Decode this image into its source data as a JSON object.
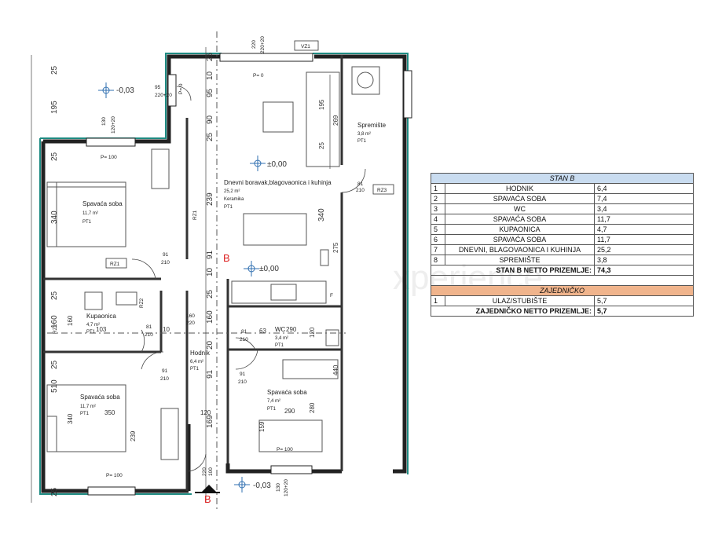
{
  "plan": {
    "rooms": {
      "spavaca_1": {
        "name": "Spavaća soba",
        "area": "11,7 m²",
        "floor": "PT1"
      },
      "kupaonica": {
        "name": "Kupaonica",
        "area": "4,7 m²",
        "floor": "PT1"
      },
      "spavaca_2": {
        "name": "Spavaća soba",
        "area": "11,7 m²",
        "floor": "PT1"
      },
      "hodnik": {
        "name": "Hodnik",
        "area": "6,4 m²",
        "floor": "PT1"
      },
      "dnevni": {
        "name": "Dnevni boravak,blagovaonica i kuhinja",
        "area": "25,2 m²",
        "material": "Keramika",
        "floor": "PT1"
      },
      "spremiste": {
        "name": "Spremište",
        "area": "3,8 m²",
        "floor": "PT1"
      },
      "wc": {
        "name": "WC",
        "area": "3,4 m²",
        "floor": "PT1"
      },
      "spavaca_3": {
        "name": "Spavaća soba",
        "area": "7,4 m²",
        "floor": "PT1"
      }
    },
    "levels": {
      "minus_top": "-0,03",
      "zero_a": "±0,00",
      "zero_b": "±0,00",
      "minus_bottom": "-0,03"
    },
    "tags": {
      "vz1": "VZ1",
      "rz1a": "RZ1",
      "rz1b": "RZ1",
      "rz2a": "RZ2",
      "rz2b": "RZ2",
      "rz3": "RZ3",
      "f": "F",
      "section_b": "B",
      "section_b2": "B"
    },
    "sills": {
      "p0a": "P= 0",
      "p0b": "P= 0",
      "p100a": "P= 100",
      "p100b": "P= 100",
      "p100c": "P= 100"
    },
    "openings": {
      "w_top": "220+20",
      "w_top2": "220",
      "w_95a": "95",
      "w_95b": "220+20",
      "w_130a": "130",
      "w_130b": "120+20",
      "d91a": "91",
      "d210a": "210",
      "d91b": "91",
      "d210b": "210",
      "d91c": "91",
      "d210c": "210",
      "d81a": "81",
      "d210d": "210",
      "d81b": "81",
      "d210e": "210",
      "d81c": "81",
      "d210f": "210",
      "d160": "160",
      "d220": "220",
      "w_bot1": "130",
      "w_bot2": "120+20",
      "w_bot3": "100",
      "w_bot4": "220"
    },
    "dims": {
      "v25a": "25",
      "v195": "195",
      "v25b": "25",
      "v340a": "340",
      "v25c": "25",
      "v160": "160",
      "v25d": "25",
      "v510": "510",
      "v340b": "340",
      "v25e": "25",
      "c25a": "25",
      "c10a": "10",
      "c95": "95",
      "c90": "90",
      "c25b": "25",
      "c239a": "239",
      "c91a": "91",
      "c10b": "10",
      "c25c": "25",
      "c160": "160",
      "c20": "20",
      "c91b": "91",
      "h195": "195",
      "h269": "269",
      "h25": "25",
      "h340": "340",
      "h275": "275",
      "h290a": "290",
      "h120": "120",
      "h290b": "290",
      "h280": "280",
      "h159": "159",
      "h440": "440",
      "s350": "350",
      "s239": "239",
      "s120": "120",
      "s63": "63",
      "s103": "103",
      "s10": "10",
      "s160": "160",
      "s169": "169"
    },
    "watermark": "xperience"
  },
  "legend": {
    "header_b": "STAN B",
    "rows_b": [
      {
        "num": "1",
        "name": "HODNIK",
        "val": "6,4"
      },
      {
        "num": "2",
        "name": "SPAVAĆA SOBA",
        "val": "7,4"
      },
      {
        "num": "3",
        "name": "WC",
        "val": "3,4"
      },
      {
        "num": "4",
        "name": "SPAVAĆA SOBA",
        "val": "11,7"
      },
      {
        "num": "5",
        "name": "KUPAONICA",
        "val": "4,7"
      },
      {
        "num": "6",
        "name": "SPAVAĆA SOBA",
        "val": "11,7"
      },
      {
        "num": "7",
        "name": "DNEVNI, BLAGOVAONICA I KUHINJA",
        "val": "25,2"
      },
      {
        "num": "8",
        "name": "SPREMIŠTE",
        "val": "3,8"
      }
    ],
    "total_b_label": "STAN B NETTO PRIZEMLJE:",
    "total_b_val": "74,3",
    "header_z": "ZAJEDNIČKO",
    "rows_z": [
      {
        "num": "1",
        "name": "ULAZ/STUBIŠTE",
        "val": "5,7"
      }
    ],
    "total_z_label": "ZAJEDNIČKO NETTO PRIZEMLJE:",
    "total_z_val": "5,7"
  }
}
